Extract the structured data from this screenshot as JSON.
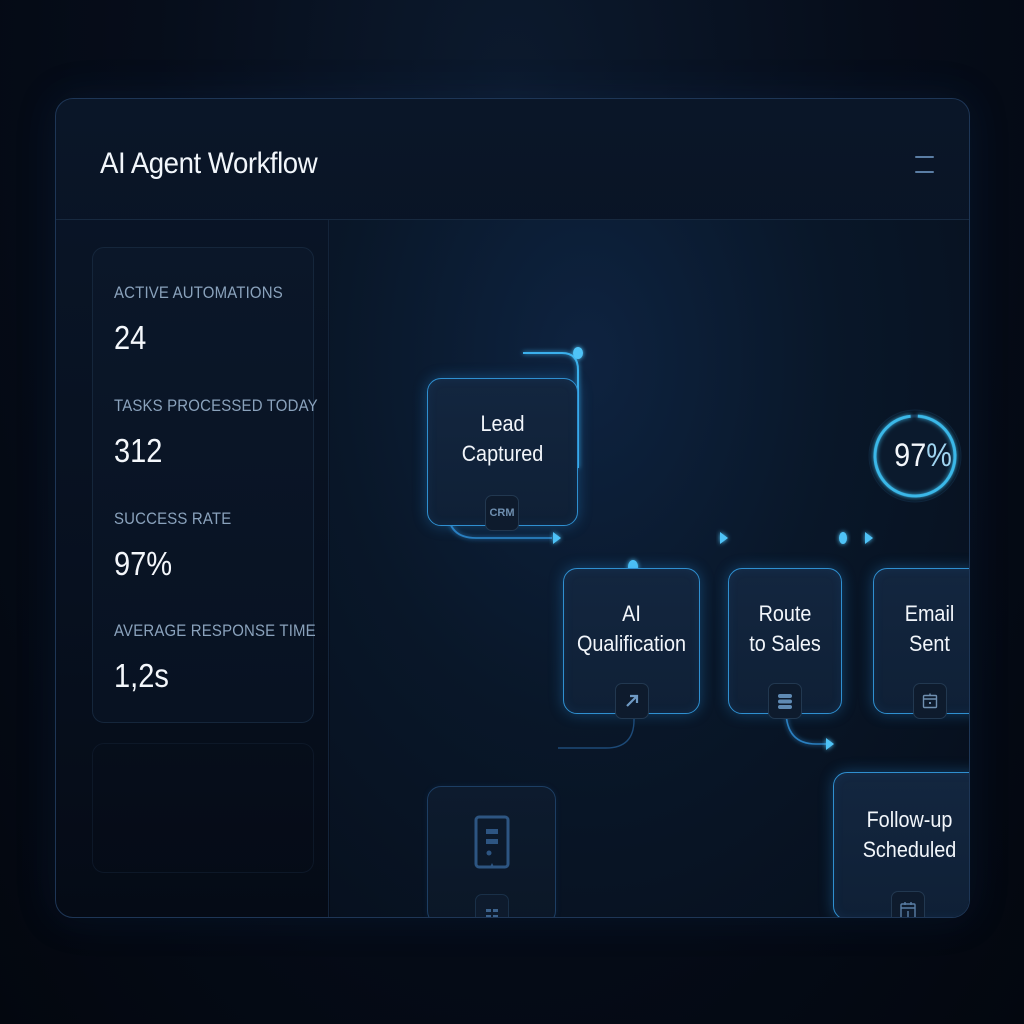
{
  "window": {
    "title": "AI Agent Workflow",
    "menu_icon": "hamburger-menu-icon"
  },
  "sidebar": {
    "stats": [
      {
        "label": "ACTIVE AUTOMATIONS",
        "value": "24"
      },
      {
        "label": "TASKS PROCESSED TODAY",
        "value": "312"
      },
      {
        "label": "SUCCESS RATE",
        "value": "97%"
      },
      {
        "label": "AVERAGE RESPONSE TIME",
        "value": "1,2s"
      }
    ]
  },
  "workflow": {
    "nodes": [
      {
        "id": "lead",
        "line1": "Lead",
        "line2": "Captured",
        "badge_text": "CRM",
        "badge_icon": "crm-badge"
      },
      {
        "id": "qualification",
        "line1": "AI",
        "line2": "Qualification",
        "badge_icon": "arrow-up-right-icon"
      },
      {
        "id": "route",
        "line1": "Route",
        "line2": "to Sales",
        "badge_icon": "database-icon"
      },
      {
        "id": "email",
        "line1": "Email",
        "line2": "Sent",
        "badge_icon": "calendar-icon"
      },
      {
        "id": "followup",
        "line1": "Follow-up",
        "line2": "Scheduled",
        "badge_icon": "calendar-icon"
      },
      {
        "id": "document",
        "line1": "",
        "line2": "",
        "main_icon": "document-icon",
        "badge_icon": "grid-list-icon"
      }
    ],
    "gauge": {
      "value": "97",
      "unit": "%",
      "percent": 97
    }
  },
  "colors": {
    "accent": "#2f8fd0",
    "accent_glow": "#4fc3f7",
    "background": "#060d1a",
    "label": "#8aa2bc"
  }
}
